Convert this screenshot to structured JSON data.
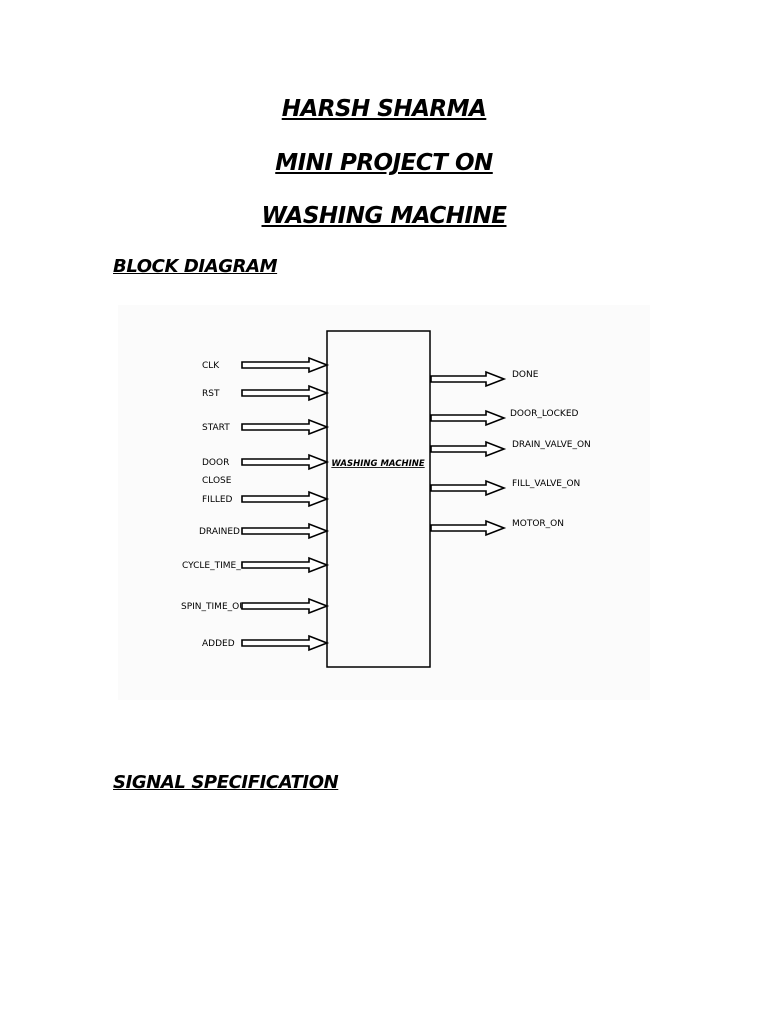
{
  "header": {
    "author": "HARSH SHARMA",
    "subtitle": "MINI PROJECT ON ",
    "topic": "WASHING MACHINE"
  },
  "sections": {
    "block_diagram": "BLOCK DIAGRAM",
    "signal_specification": "SIGNAL SPECIFICATION"
  },
  "diagram": {
    "block_label": "WASHING MACHINE",
    "inputs": [
      {
        "label": "CLK",
        "arrow": true
      },
      {
        "label": "RST",
        "arrow": true
      },
      {
        "label": "START",
        "arrow": true
      },
      {
        "label": "DOOR",
        "arrow": true
      },
      {
        "label": "CLOSE",
        "arrow": false
      },
      {
        "label": "FILLED",
        "arrow": true
      },
      {
        "label": "DRAINED",
        "arrow": true
      },
      {
        "label": "CYCLE_TIME_OUT",
        "arrow": true
      },
      {
        "label": "SPIN_TIME_OUT",
        "arrow": true
      },
      {
        "label": "ADDED",
        "arrow": true
      }
    ],
    "outputs": [
      {
        "label": "DONE"
      },
      {
        "label": "DOOR_LOCKED"
      },
      {
        "label": "DRAIN_VALVE_ON"
      },
      {
        "label": "FILL_VALVE_ON"
      },
      {
        "label": "MOTOR_ON"
      }
    ]
  }
}
